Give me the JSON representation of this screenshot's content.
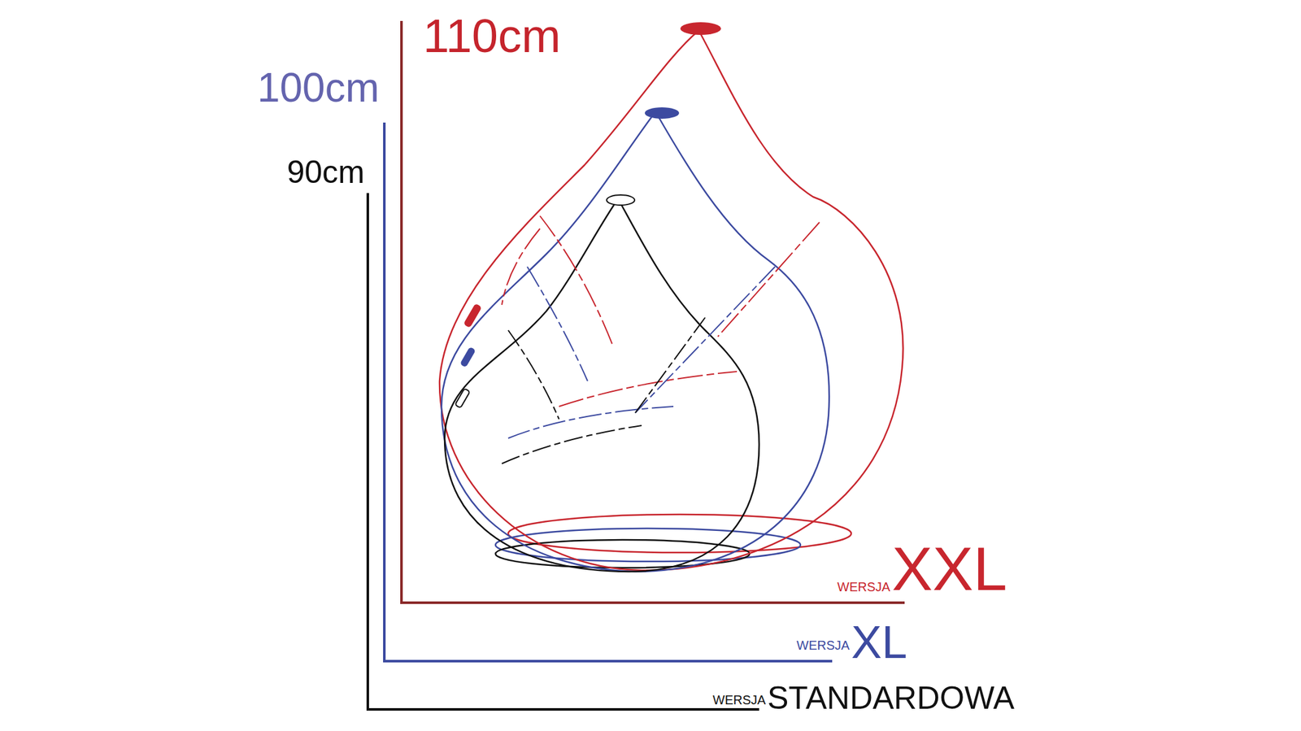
{
  "diagram": {
    "labels": [
      "110cm",
      "100cm",
      "90cm",
      "WERSJA",
      "XXL",
      "WERSJA",
      "XL",
      "WERSJA",
      "STANDARDOWA"
    ]
  }
}
